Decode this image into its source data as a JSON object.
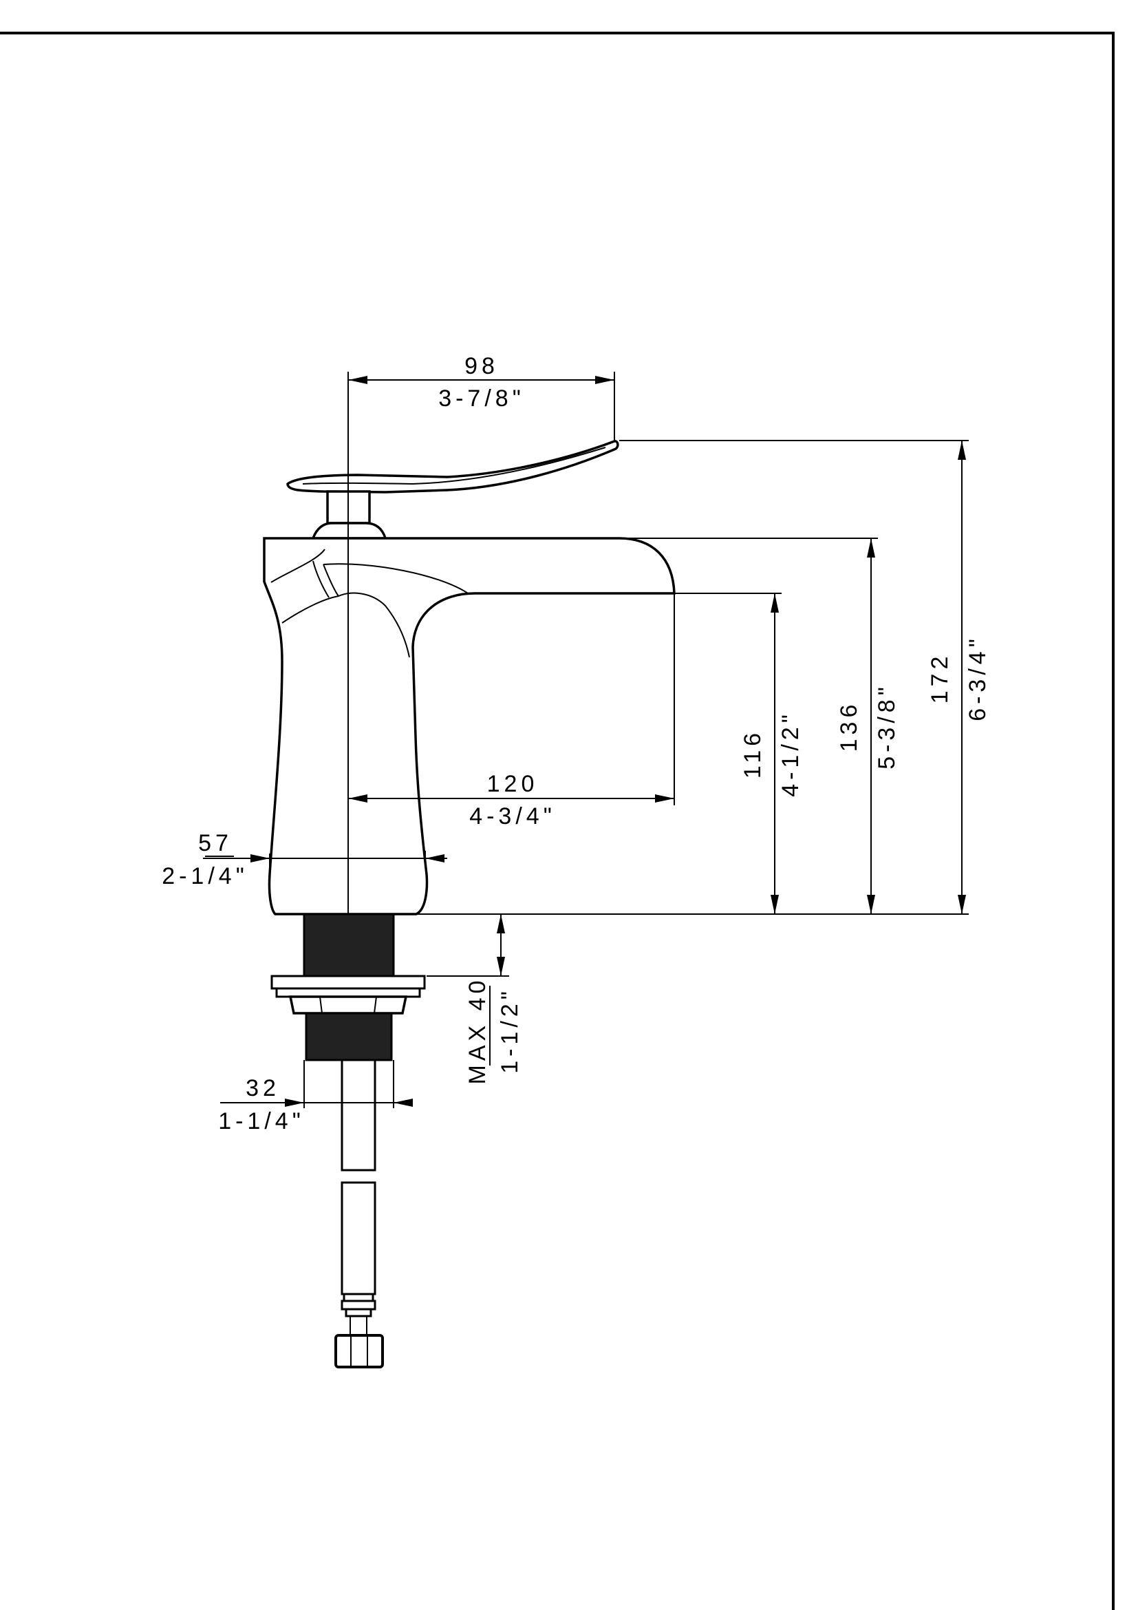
{
  "dimensions": {
    "handle_reach": {
      "mm": "98",
      "inch": "3-7/8\""
    },
    "spout_reach": {
      "mm": "120",
      "inch": "4-3/4\""
    },
    "base_width": {
      "mm": "57",
      "inch": "2-1/4\""
    },
    "shank_diameter": {
      "mm": "32",
      "inch": "1-1/4\""
    },
    "spout_height": {
      "mm": "116",
      "inch": "4-1/2\""
    },
    "body_height": {
      "mm": "136",
      "inch": "5-3/8\""
    },
    "total_height": {
      "mm": "172",
      "inch": "6-3/4\""
    },
    "max_deck": {
      "mm": "MAX 40",
      "inch": "1-1/2\""
    }
  }
}
